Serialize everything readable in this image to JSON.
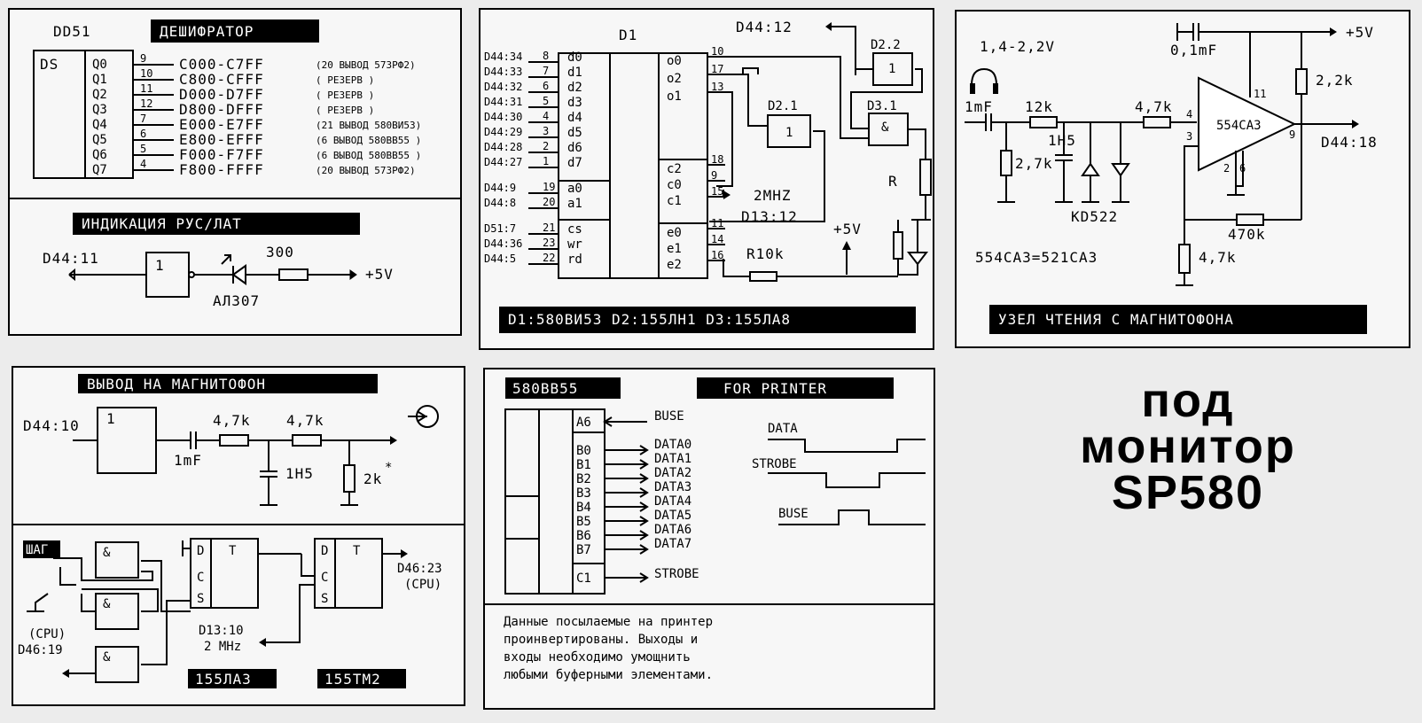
{
  "decoder": {
    "chip": "DD51",
    "title": "ДЕШИФРАТОР",
    "ds": "DS",
    "outputs": [
      "Q0",
      "Q1",
      "Q2",
      "Q3",
      "Q4",
      "Q5",
      "Q6",
      "Q7"
    ],
    "pins": [
      "9",
      "10",
      "11",
      "12",
      "7",
      "6",
      "5",
      "4"
    ],
    "ranges": [
      "C000-C7FF",
      "C800-CFFF",
      "D000-D7FF",
      "D800-DFFF",
      "E000-E7FF",
      "E800-EFFF",
      "F000-F7FF",
      "F800-FFFF"
    ],
    "notes": [
      "(20 ВЫВОД 573РФ2)",
      "(       РЕЗЕРВ       )",
      "(       РЕЗЕРВ       )",
      "(       РЕЗЕРВ       )",
      "(21 ВЫВОД 580ВИ53)",
      "(6 ВЫВОД 580ВВ55 )",
      "(6 ВЫВОД 580ВВ55 )",
      "(20 ВЫВОД 573РФ2)"
    ]
  },
  "indication": {
    "title": "ИНДИКАЦИЯ  РУС/ЛАТ",
    "input": "D44:11",
    "gate": "1",
    "resistor": "300",
    "supply": "+5V",
    "led": "АЛ307"
  },
  "timer": {
    "title": "D1",
    "footer": "D1:580ВИ53  D2:155ЛН1  D3:155ЛА8",
    "left_labels": [
      "D44:34",
      "D44:33",
      "D44:32",
      "D44:31",
      "D44:30",
      "D44:29",
      "D44:28",
      "D44:27",
      "D44:9",
      "D44:8",
      "D51:7",
      "D44:36",
      "D44:5"
    ],
    "left_pins": [
      "8",
      "7",
      "6",
      "5",
      "4",
      "3",
      "2",
      "1",
      "19",
      "20",
      "21",
      "23",
      "22"
    ],
    "left_names": [
      "d0",
      "d1",
      "d2",
      "d3",
      "d4",
      "d5",
      "d6",
      "d7",
      "a0",
      "a1",
      "cs",
      "wr",
      "rd"
    ],
    "right_names": [
      "o0",
      "o2",
      "o1",
      "c2",
      "c0",
      "c1",
      "e0",
      "e1",
      "e2"
    ],
    "right_pins": [
      "10",
      "17",
      "13",
      "18",
      "9",
      "15",
      "11",
      "14",
      "16"
    ],
    "d44_12": "D44:12",
    "d2_1": "D2.1",
    "d2_2": "D2.2",
    "d3_1": "D3.1",
    "gate_one": "1",
    "gate_and": "&",
    "clock": "2MHZ",
    "d13_12": "D13:12",
    "supply": "+5V",
    "r10k": "R10k",
    "r": "R"
  },
  "tape_read": {
    "title": "УЗЕЛ ЧТЕНИЯ С МАГНИТОФОНА",
    "voltage": "1,4-2,2V",
    "cap_top": "0,1mF",
    "supply": "+5V",
    "cap_in": "1mF",
    "r12k": "12k",
    "r47k": "4,7k",
    "r22k": "2,2k",
    "c1h5": "1H5",
    "r27k": "2,7k",
    "chip": "554CA3",
    "pins": [
      "4",
      "3",
      "11",
      "9",
      "2",
      "6"
    ],
    "output": "D44:18",
    "diode": "KD522",
    "r470k": "470k",
    "r47k_b": "4,7k",
    "equiv": "554CA3=521CA3"
  },
  "tape_write": {
    "title": "ВЫВОД НА МАГНИТОФОН",
    "input": "D44:10",
    "gate": "1",
    "r1": "4,7k",
    "r2": "4,7k",
    "cap": "1mF",
    "c2": "1H5",
    "r3": "2k",
    "star": "*"
  },
  "step": {
    "label": "ШАГ",
    "and": "&",
    "d": "D",
    "t": "T",
    "c": "C",
    "s": "S",
    "out": "D46:23",
    "out_cpu": "(CPU)",
    "in_cpu": "(CPU)",
    "in": "D46:19",
    "clk": "D13:10",
    "clk_freq": "2 MHz",
    "chip1": "155ЛА3",
    "chip2": "155ТМ2"
  },
  "printer": {
    "chip": "580ВВ55",
    "title": "FOR PRINTER",
    "ports": [
      "A6",
      "B0",
      "B1",
      "B2",
      "B3",
      "B4",
      "B5",
      "B6",
      "B7",
      "C1"
    ],
    "signals": [
      "BUSE",
      "DATA0",
      "DATA1",
      "DATA2",
      "DATA3",
      "DATA4",
      "DATA5",
      "DATA6",
      "DATA7",
      "STROBE"
    ],
    "wave_data": "DATA",
    "wave_strobe": "STROBE",
    "wave_buse": "BUSE",
    "note": [
      "Данные посылаемые на принтер",
      "проинвертированы. Выходы и",
      "входы необходимо умощнить",
      "любыми буферными элементами."
    ]
  },
  "caption": {
    "line1": "под",
    "line2": "монитор",
    "line3": "SP580"
  }
}
